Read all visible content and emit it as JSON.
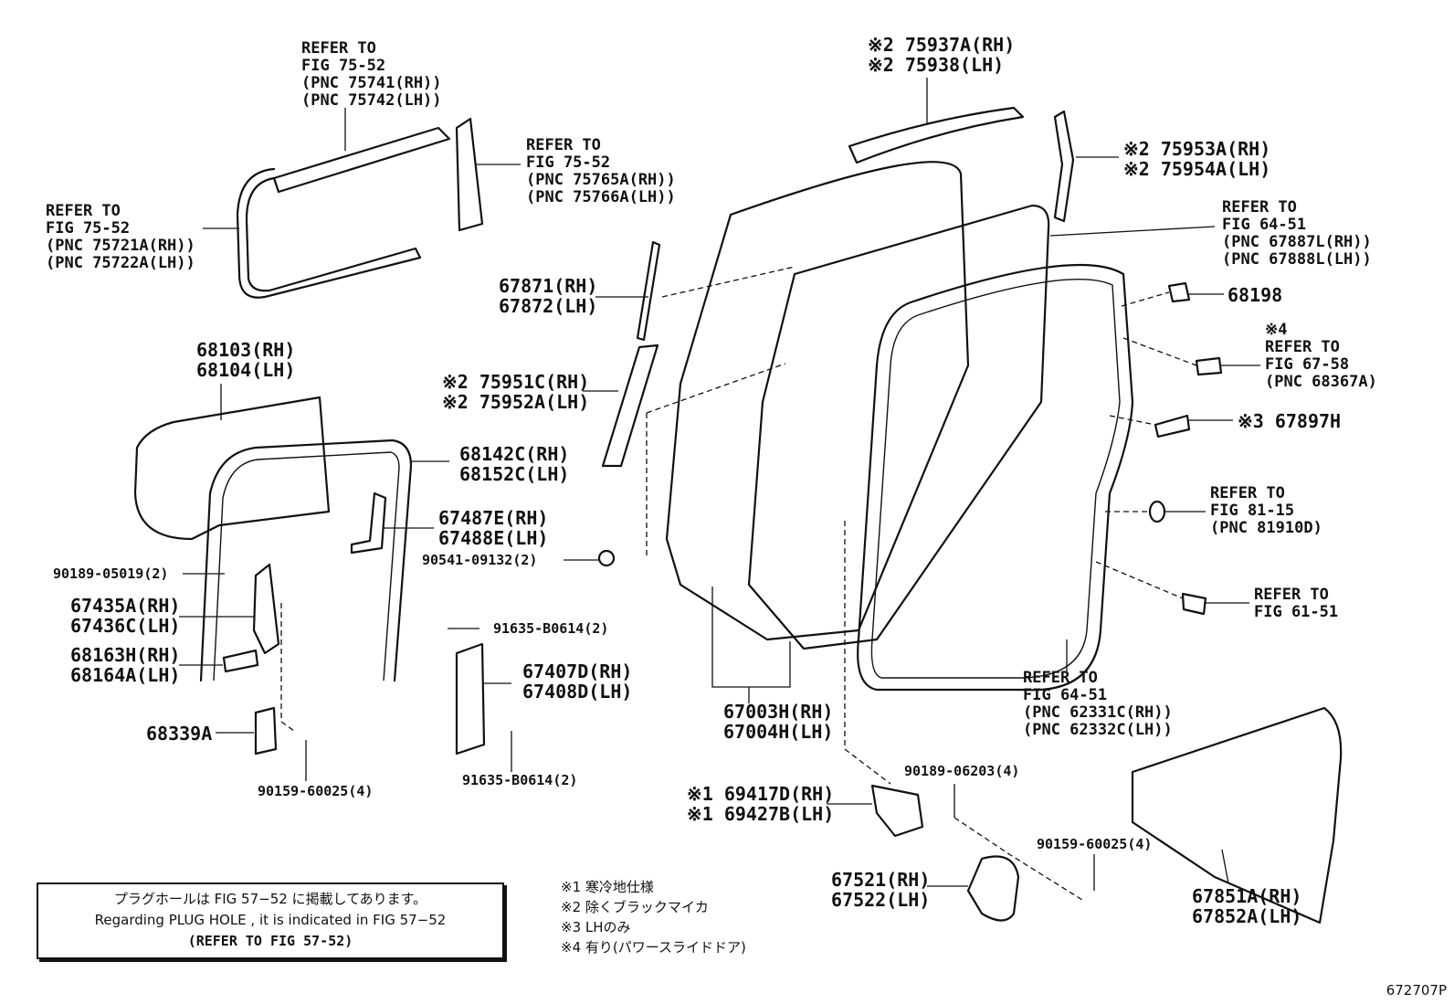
{
  "callouts": [
    {
      "id": "refer-75741",
      "lines": [
        "REFER TO",
        "FIG 75-52",
        "(PNC 75741(RH))",
        "(PNC 75742(LH))"
      ]
    },
    {
      "id": "refer-75765",
      "lines": [
        "REFER TO",
        "FIG 75-52",
        "(PNC 75765A(RH))",
        "(PNC 75766A(LH))"
      ]
    },
    {
      "id": "refer-75721",
      "lines": [
        "REFER TO",
        "FIG 75-52",
        "(PNC 75721A(RH))",
        "(PNC 75722A(LH))"
      ]
    },
    {
      "id": "p75937",
      "lines": [
        "※2 75937A(RH)",
        "※2 75938(LH)"
      ]
    },
    {
      "id": "p75953",
      "lines": [
        "※2 75953A(RH)",
        "※2 75954A(LH)"
      ]
    },
    {
      "id": "refer-67887",
      "lines": [
        "REFER TO",
        "FIG 64-51",
        "(PNC 67887L(RH))",
        "(PNC 67888L(LH))"
      ]
    },
    {
      "id": "p67871",
      "lines": [
        "67871(RH)",
        "67872(LH)"
      ]
    },
    {
      "id": "p68198",
      "lines": [
        "68198"
      ]
    },
    {
      "id": "refer-68367",
      "lines": [
        "※4",
        "REFER TO",
        "FIG 67-58",
        "(PNC 68367A)"
      ]
    },
    {
      "id": "p68103",
      "lines": [
        "68103(RH)",
        "68104(LH)"
      ]
    },
    {
      "id": "p75951",
      "lines": [
        "※2 75951C(RH)",
        "※2 75952A(LH)"
      ]
    },
    {
      "id": "p67897",
      "lines": [
        "※3 67897H"
      ]
    },
    {
      "id": "p68142",
      "lines": [
        "68142C(RH)",
        "68152C(LH)"
      ]
    },
    {
      "id": "refer-81910",
      "lines": [
        "REFER TO",
        "FIG 81-15",
        "(PNC 81910D)"
      ]
    },
    {
      "id": "p67487",
      "lines": [
        "67487E(RH)",
        "67488E(LH)"
      ]
    },
    {
      "id": "p90541",
      "lines": [
        "90541-09132(2)"
      ]
    },
    {
      "id": "p90189a",
      "lines": [
        "90189-05019(2)"
      ]
    },
    {
      "id": "refer-61-51",
      "lines": [
        "REFER TO",
        "FIG 61-51"
      ]
    },
    {
      "id": "p67435",
      "lines": [
        "67435A(RH)",
        "67436C(LH)"
      ]
    },
    {
      "id": "p91635a",
      "lines": [
        "91635-B0614(2)"
      ]
    },
    {
      "id": "p68163",
      "lines": [
        "68163H(RH)",
        "68164A(LH)"
      ]
    },
    {
      "id": "p67407",
      "lines": [
        "67407D(RH)",
        "67408D(LH)"
      ]
    },
    {
      "id": "refer-62331",
      "lines": [
        "REFER TO",
        "FIG 64-51",
        "(PNC 62331C(RH))",
        "(PNC 62332C(LH))"
      ]
    },
    {
      "id": "p67003",
      "lines": [
        "67003H(RH)",
        "67004H(LH)"
      ]
    },
    {
      "id": "p68339",
      "lines": [
        "68339A"
      ]
    },
    {
      "id": "p91635b",
      "lines": [
        "91635-B0614(2)"
      ]
    },
    {
      "id": "p90159a",
      "lines": [
        "90159-60025(4)"
      ]
    },
    {
      "id": "p90189b",
      "lines": [
        "90189-06203(4)"
      ]
    },
    {
      "id": "p69417",
      "lines": [
        "※1 69417D(RH)",
        "※1 69427B(LH)"
      ]
    },
    {
      "id": "p90159b",
      "lines": [
        "90159-60025(4)"
      ]
    },
    {
      "id": "p67521",
      "lines": [
        "67521(RH)",
        "67522(LH)"
      ]
    },
    {
      "id": "p67851",
      "lines": [
        "67851A(RH)",
        "67852A(LH)"
      ]
    }
  ],
  "note_box": {
    "line1": "プラグホールは FIG 57−52 に掲載してあります。",
    "line2": "Regarding PLUG HOLE , it is indicated in FIG 57−52",
    "line3": "(REFER TO FIG 57-52)"
  },
  "legend": [
    "※1 寒冷地仕様",
    "※2 除くブラックマイカ",
    "※3 LHのみ",
    "※4 有り(パワースライドドア)"
  ],
  "figure_number": "672707P"
}
